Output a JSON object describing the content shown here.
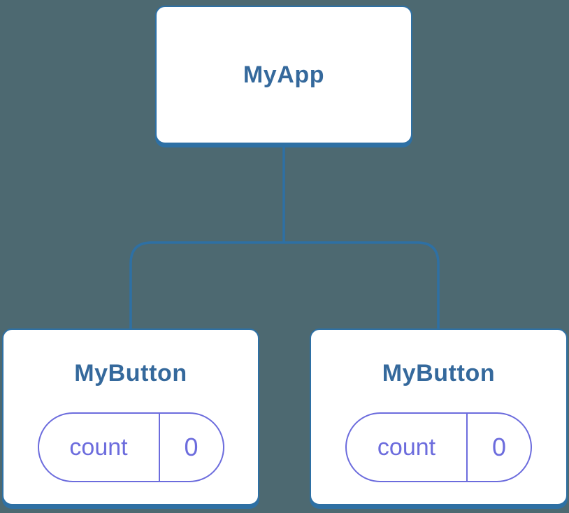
{
  "tree": {
    "root": {
      "label": "MyApp"
    },
    "children": [
      {
        "label": "MyButton",
        "state": {
          "key": "count",
          "value": "0"
        }
      },
      {
        "label": "MyButton",
        "state": {
          "key": "count",
          "value": "0"
        }
      }
    ]
  },
  "colors": {
    "background": "#4d6971",
    "connector": "#2e70a4",
    "card_background": "#ffffff",
    "node_label": "#35699c",
    "state_accent": "#6c6cdd"
  }
}
